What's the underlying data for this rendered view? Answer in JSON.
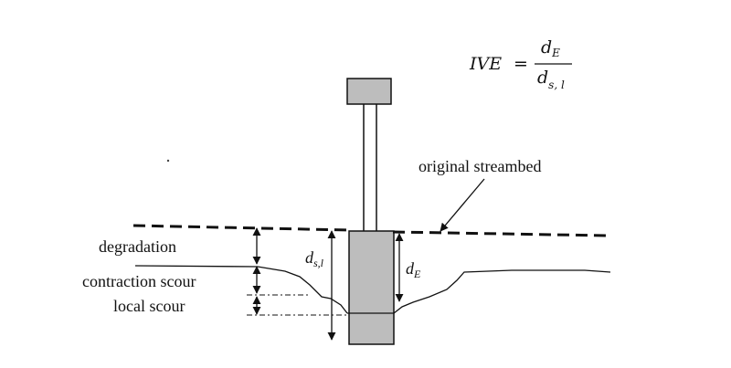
{
  "equation": {
    "lhs": "IVE",
    "equals": "=",
    "numerator_main": "d",
    "numerator_sub": "E",
    "denominator_main": "d",
    "denominator_sub": "s, l"
  },
  "labels": {
    "original_streambed": "original streambed",
    "degradation": "degradation",
    "contraction_scour": "contraction scour",
    "local_scour": "local scour",
    "dsl_main": "d",
    "dsl_sub": "s,l",
    "dE_main": "d",
    "dE_sub": "E"
  },
  "colors": {
    "pier_fill": "#bdbdbd",
    "line": "#111111"
  }
}
